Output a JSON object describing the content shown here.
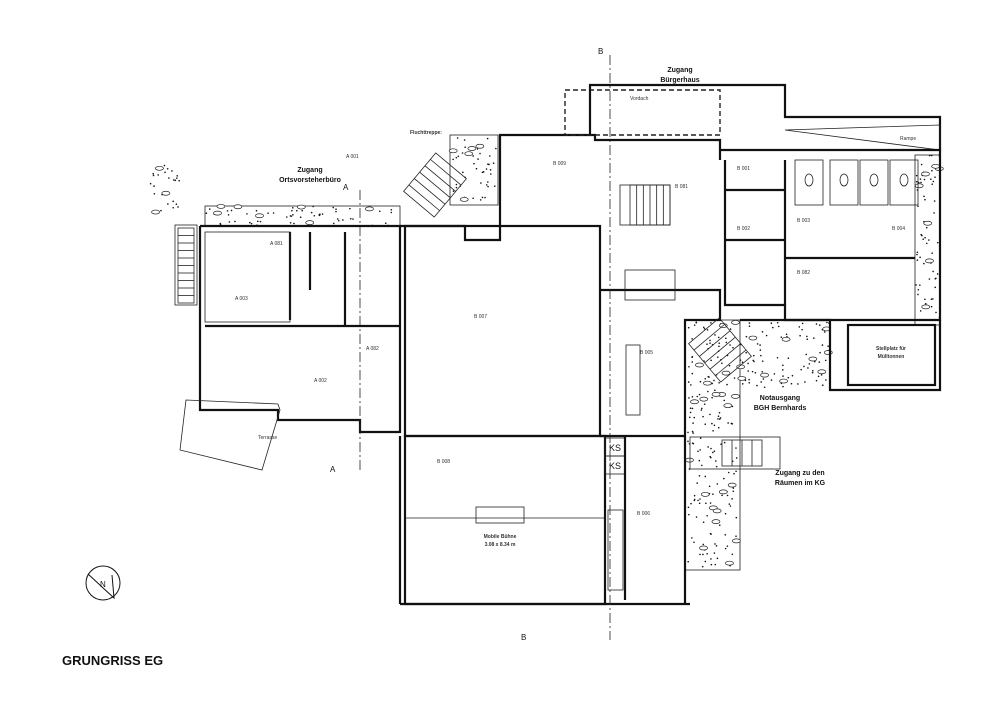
{
  "title": "GRUNGRISS EG",
  "labels": {
    "zugang_orts_1": "Zugang",
    "zugang_orts_2": "Ortsvorsteherbüro",
    "fluchttreppe": "Fluchttreppe:",
    "zugang_bh_1": "Zugang",
    "zugang_bh_2": "Bürgerhaus",
    "vordach": "Vordach",
    "rampe": "Rampe",
    "notausgang_1": "Notausgang",
    "notausgang_2": "BGH Bernhards",
    "stellplatz_1": "Stellplatz für",
    "stellplatz_2": "Mülltonnen",
    "zugang_kg_1": "Zugang zu den",
    "zugang_kg_2": "Räumen im KG",
    "buehne_1": "Mobile Bühne",
    "buehne_2": "3.08 x 8.34 m",
    "terrasse": "Terrasse",
    "ks1": "KS",
    "ks2": "KS"
  },
  "rooms": {
    "a001": "A 001",
    "a081": "A 081",
    "a003": "A 003",
    "a082": "A 082",
    "a002": "A 002",
    "b009": "B 009",
    "b081": "B 081",
    "b001": "B 001",
    "b002": "B 002",
    "b003": "B 003",
    "b004": "B 004",
    "b082": "B 082",
    "b007": "B 007",
    "b005": "B 005",
    "b008": "B 008",
    "b006": "B 006"
  },
  "sections": {
    "a": "A",
    "b": "B"
  },
  "north": "N"
}
